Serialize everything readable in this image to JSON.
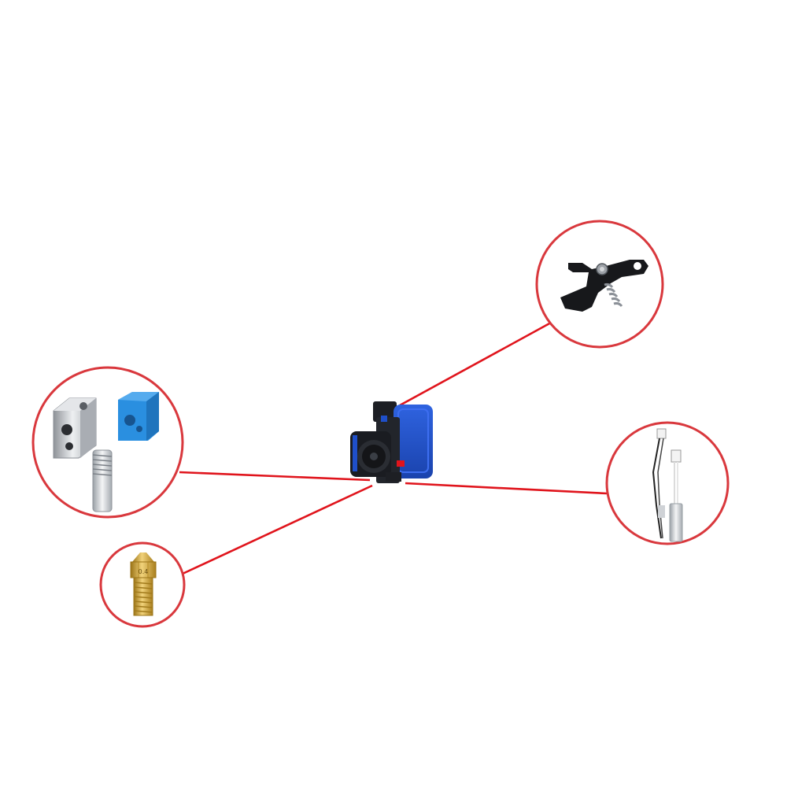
{
  "colors": {
    "background": "#ffffff",
    "connector": "#e0141c",
    "circle_stroke": "#d9383d",
    "body_blue": "#1f4fc9",
    "body_blue_dark": "#163a9a",
    "frame_dark": "#1d1f24",
    "aluminum": "#c9ccd1",
    "silicone_blue": "#2a8fe0",
    "brass": "#d1a83a",
    "black_part": "#17181b"
  },
  "diagram": {
    "center": {
      "name": "hotend-extruder-assembly"
    },
    "parts": [
      {
        "name": "extruder-lever-arm",
        "icon": "lever-arm-spring-icon"
      },
      {
        "name": "heater-block-kit",
        "icon": "heater-block-sock-throat-icon"
      },
      {
        "name": "thermistor-heater-cartridge",
        "icon": "thermistor-cartridge-icon"
      },
      {
        "name": "brass-nozzle",
        "icon": "brass-nozzle-icon",
        "label": "0.4"
      }
    ]
  }
}
